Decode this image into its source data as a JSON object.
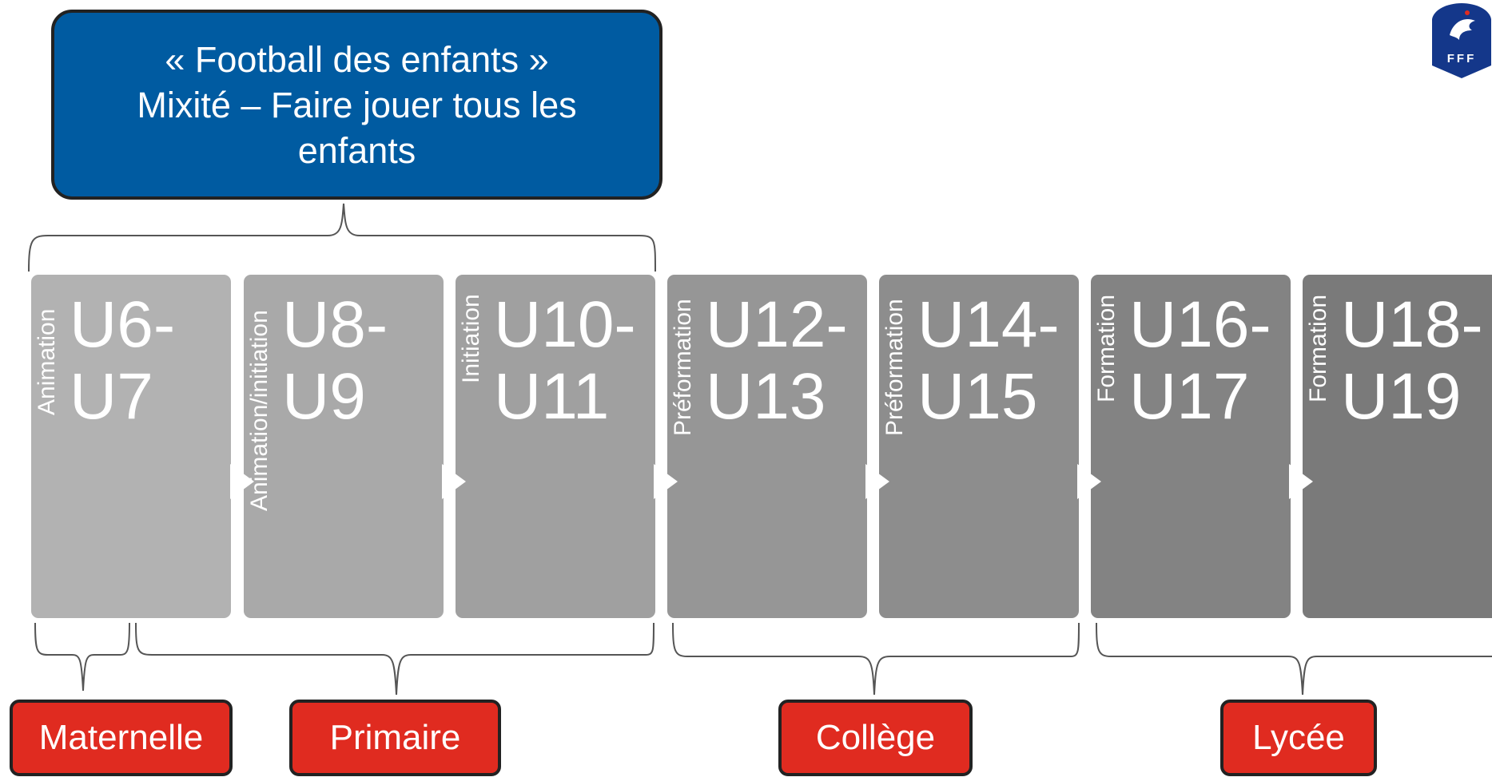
{
  "header_box": {
    "line1": "« Football des enfants »",
    "line2": "Mixité – Faire jouer tous les",
    "line3": "enfants"
  },
  "stages": [
    {
      "phase": "Animation",
      "age_top": "U6-",
      "age_bottom": "U7",
      "color": "#b2b2b2"
    },
    {
      "phase": "Animation/initiation",
      "age_top": "U8-",
      "age_bottom": "U9",
      "color": "#a9a9a9"
    },
    {
      "phase": "Initiation",
      "age_top": "U10-",
      "age_bottom": "U11",
      "color": "#a0a0a0"
    },
    {
      "phase": "Préformation",
      "age_top": "U12-",
      "age_bottom": "U13",
      "color": "#969696"
    },
    {
      "phase": "Préformation",
      "age_top": "U14-",
      "age_bottom": "U15",
      "color": "#8d8d8d"
    },
    {
      "phase": "Formation",
      "age_top": "U16-",
      "age_bottom": "U17",
      "color": "#838383"
    },
    {
      "phase": "Formation",
      "age_top": "U18-",
      "age_bottom": "U19",
      "color": "#7a7a7a"
    }
  ],
  "schools": [
    "Maternelle",
    "Primaire",
    "Collège",
    "Lycée"
  ],
  "colors": {
    "header": "#005ba1",
    "school": "#e02b20",
    "border": "#222222"
  },
  "logo": {
    "text": "FFF",
    "icon": "rooster-crest"
  }
}
